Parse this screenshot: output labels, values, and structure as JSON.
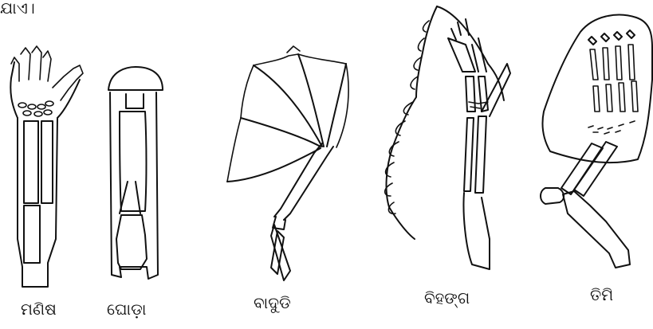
{
  "top_fragment": "ଯାଏ।",
  "labels": {
    "human": "ମଣିଷ",
    "horse": "ଘୋଡ଼ା",
    "bat": "ବାଦୁଡି",
    "bird": "ବିହଙ୍ଗ",
    "whale": "ତିମି"
  }
}
